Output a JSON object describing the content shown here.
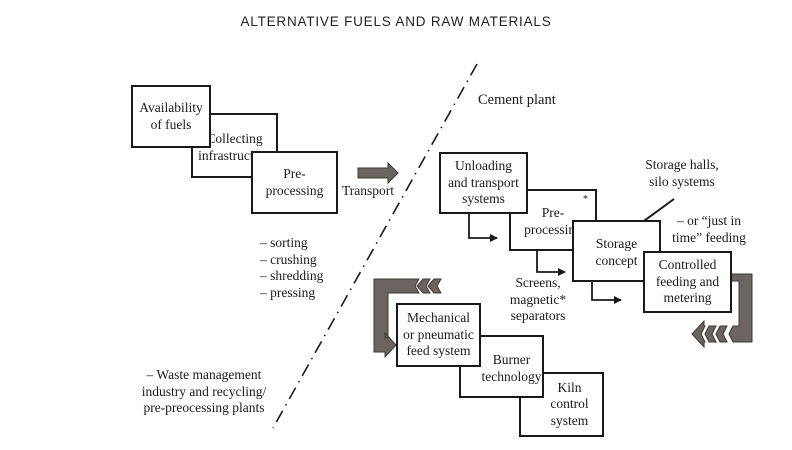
{
  "title": "ALTERNATIVE FUELS AND RAW MATERIALS",
  "colors": {
    "box_border": "#1a1a1a",
    "gray_arrow": "#6b6461",
    "text": "#1a1a1a"
  },
  "left_section": {
    "boxes": [
      {
        "label": "Availability\nof fuels"
      },
      {
        "label": "Collecting\ninfrastructure"
      },
      {
        "label": "Pre-\nprocessing"
      }
    ],
    "transport_label": "Transport",
    "processing_steps": "– sorting\n– crushing\n– shredding\n– pressing",
    "actors_note": "– Waste management\nindustry and recycling/\npre-preocessing plants"
  },
  "right_section": {
    "heading": "Cement plant",
    "boxes": [
      {
        "label": "Unloading\nand transport\nsystems"
      },
      {
        "label": "Pre-\nprocessing"
      },
      {
        "label": "Storage\nconcept"
      },
      {
        "label": "Controlled\nfeeding and\nmetering"
      },
      {
        "label": "Mechanical\nor pneumatic\nfeed system"
      },
      {
        "label": "Burner\ntechnology"
      },
      {
        "label": "Kiln\ncontrol\nsystem"
      }
    ],
    "preprocessing_footnote_mark": "*",
    "storage_annotation": "Storage halls,\nsilo systems",
    "jit_annotation": "– or “just in\ntime” feeding",
    "screens_annotation": "Screens,\nmagnetic*\nseparators"
  },
  "icons": {
    "transport_arrow": "block-arrow-right",
    "return_arrow_right": "bracket-arrow-left-chevrons",
    "return_arrow_left": "bracket-arrow-right-chevrons",
    "divider": "dash-dot-line"
  }
}
